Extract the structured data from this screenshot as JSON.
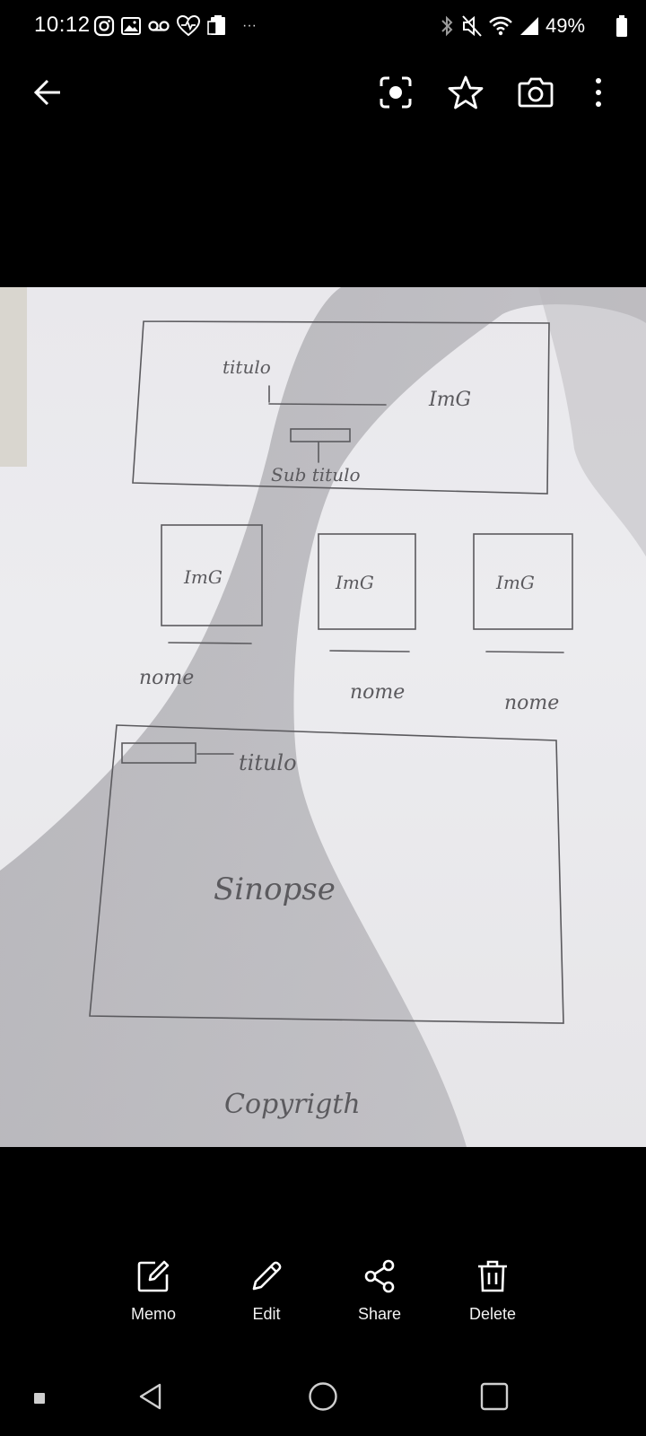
{
  "status_bar": {
    "time": "10:12",
    "more_indicator": "···",
    "battery": "49%",
    "left_icons": [
      "instagram-icon",
      "gallery-icon",
      "voicemail-icon",
      "heart-rate-icon",
      "clipboard-icon"
    ],
    "right_icons": [
      "bluetooth-icon",
      "mute-icon",
      "wifi-icon",
      "signal-icon",
      "battery-icon"
    ]
  },
  "top_bar": {
    "icons": [
      "back-arrow-icon",
      "scan-icon",
      "star-icon",
      "camera-icon",
      "more-vert-icon"
    ]
  },
  "photo": {
    "kind": "pencil-sketch-wireframe",
    "sketch_text": {
      "header_title": "titulo",
      "header_img": "ImG",
      "header_subtitle": "Sub titulo",
      "card_img": "ImG",
      "card_name": "nome",
      "section_title": "titulo",
      "section_body": "Sinopse",
      "footer": "Copyrigth"
    }
  },
  "actions": [
    {
      "label": "Memo",
      "icon": "memo-icon"
    },
    {
      "label": "Edit",
      "icon": "pencil-icon"
    },
    {
      "label": "Share",
      "icon": "share-icon"
    },
    {
      "label": "Delete",
      "icon": "trash-icon"
    }
  ],
  "nav_bar": {
    "icons": [
      "back-triangle-icon",
      "home-circle-icon",
      "recents-square-icon"
    ]
  },
  "colors": {
    "background": "#000000",
    "foreground": "#ffffff",
    "paper": "#e9e8ec",
    "pencil": "#5b5a5e"
  }
}
